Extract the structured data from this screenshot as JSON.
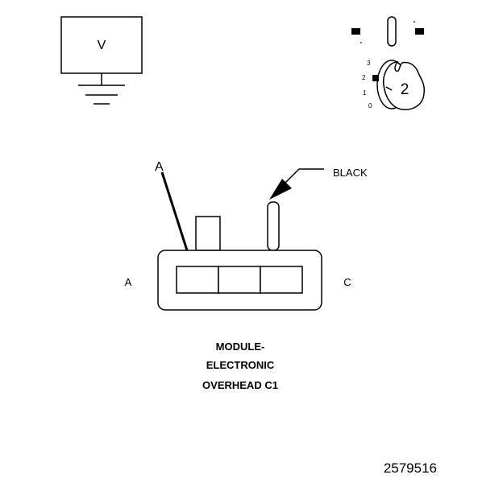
{
  "meter": {
    "symbol": "V"
  },
  "ignition_switch": {
    "positions": [
      "3",
      "2",
      "1",
      "0"
    ],
    "selected_position": "2",
    "key_label": "2"
  },
  "connector": {
    "pointer_label": "A",
    "wire_color": "BLACK",
    "end_label_left": "A",
    "end_label_right": "C",
    "caption": [
      "MODULE-",
      "ELECTRONIC",
      "OVERHEAD C1"
    ]
  },
  "figure_id": "2579516"
}
